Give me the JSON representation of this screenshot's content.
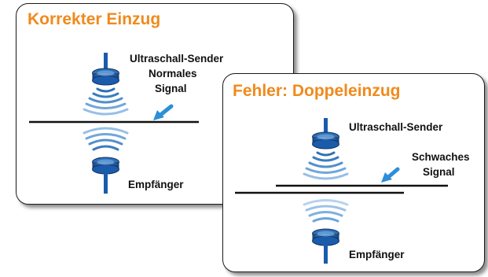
{
  "panel_correct": {
    "title": "Korrekter Einzug",
    "sender_label": "Ultraschall-Sender",
    "signal_label_line1": "Normales",
    "signal_label_line2": "Signal",
    "receiver_label": "Empfänger"
  },
  "panel_error": {
    "title": "Fehler: Doppeleinzug",
    "sender_label": "Ultraschall-Sender",
    "signal_label_line1": "Schwaches",
    "signal_label_line2": "Signal",
    "receiver_label": "Empfänger"
  },
  "colors": {
    "title": "#f08a1c",
    "sensor": "#1b5bab",
    "wave": "#3f84c4",
    "arrow": "#2c8fd8"
  }
}
